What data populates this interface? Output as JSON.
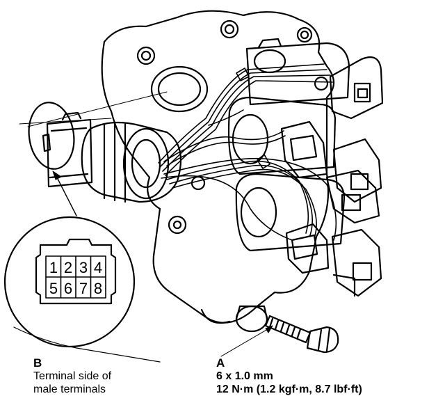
{
  "callout_b": {
    "letter": "B",
    "lines": [
      "Terminal side of",
      "male terminals"
    ]
  },
  "callout_a": {
    "letter": "A",
    "lines": [
      "6 x 1.0 mm",
      "12 N·m (1.2 kgf·m, 8.7 lbf·ft)"
    ]
  },
  "connector_terminals": [
    "1",
    "2",
    "3",
    "4",
    "5",
    "6",
    "7",
    "8"
  ],
  "colors": {
    "ink": "#000000",
    "paper": "#ffffff"
  }
}
